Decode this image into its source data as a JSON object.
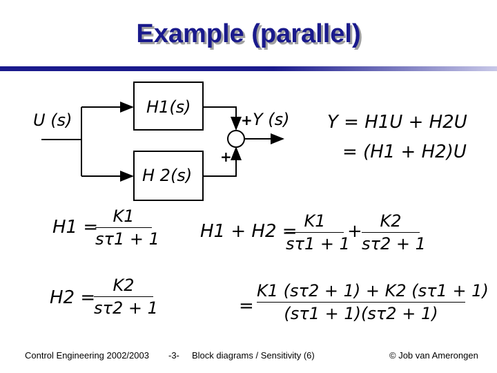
{
  "title": "Example (parallel)",
  "diagram": {
    "input": "U (s)",
    "output": "Y (s)",
    "block1": "H1(s)",
    "block2": "H 2(s)",
    "sum_top_sign": "+",
    "sum_bottom_sign": "+"
  },
  "equations": {
    "y_line1": "Y = H1U + H2U",
    "y_line2": "= (H1 + H2)U",
    "h1": {
      "lhs": "H1 =",
      "num": "K1",
      "den": "sτ1 + 1"
    },
    "h2": {
      "lhs": "H2 =",
      "num": "K2",
      "den": "sτ2 + 1"
    },
    "sum": {
      "lhs": "H1 + H2 =",
      "t1_num": "K1",
      "t1_den": "sτ1 + 1",
      "plus": "+",
      "t2_num": "K2",
      "t2_den": "sτ2 + 1"
    },
    "combined": {
      "eq": "=",
      "num": "K1 (sτ2 + 1) + K2 (sτ1 + 1)",
      "den": "(sτ1 + 1)(sτ2 + 1)"
    }
  },
  "footer": {
    "course": "Control Engineering 2002/2003",
    "page": "-3-",
    "topic": "Block diagrams / Sensitivity  (6)",
    "author": "© Job van Amerongen"
  }
}
